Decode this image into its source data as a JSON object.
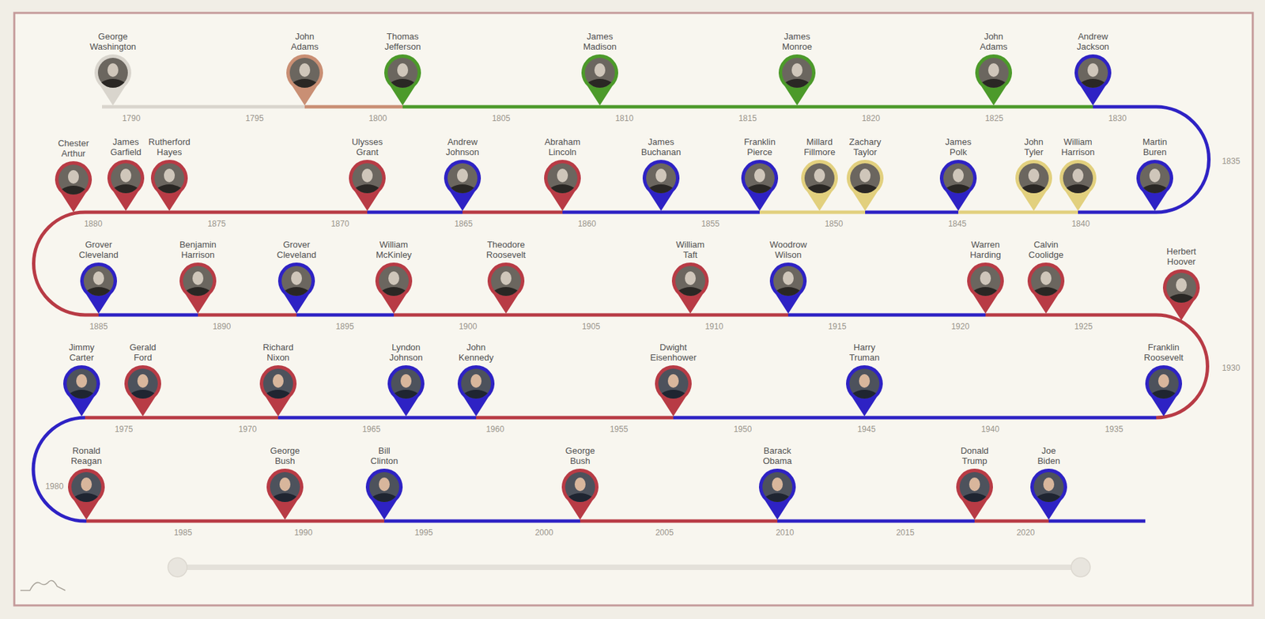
{
  "diagram": {
    "nodes": [
      {
        "text": [
          "George Washington"
        ]
      },
      {
        "text": [
          "John Adams"
        ]
      },
      {
        "text": [
          "Thomas Jefferson"
        ]
      },
      {
        "text": [
          "James Madison"
        ]
      },
      {
        "text": [
          "James Monroe"
        ]
      },
      {
        "text": [
          "John Adams"
        ]
      },
      {
        "text": [
          "Andrew Jackson"
        ]
      },
      {
        "text": [
          "Martin Buren"
        ]
      },
      {
        "text": [
          "William Harrison"
        ]
      },
      {
        "text": [
          "John Tyler"
        ]
      },
      {
        "text": [
          "James Polk"
        ]
      },
      {
        "text": [
          "Zachary Taylor"
        ]
      },
      {
        "text": [
          "Millard Fillmore"
        ]
      },
      {
        "text": [
          "Franklin Pierce"
        ]
      },
      {
        "text": [
          "James Buchanan"
        ]
      },
      {
        "text": [
          "Abraham Lincoln"
        ]
      },
      {
        "text": [
          "Andrew Johnson"
        ]
      },
      {
        "text": [
          "Ulysses Grant"
        ]
      },
      {
        "text": [
          "Rutherford Hayes"
        ]
      },
      {
        "text": [
          "James Garfield"
        ]
      },
      {
        "text": [
          "Chester Arthur"
        ]
      },
      {
        "text": [
          "Grover Cleveland"
        ]
      },
      {
        "text": [
          "Benjamin Harrison"
        ]
      },
      {
        "text": [
          "Grover Cleveland"
        ]
      },
      {
        "text": [
          "William McKinley"
        ]
      },
      {
        "text": [
          "Theodore Roosevelt"
        ]
      },
      {
        "text": [
          "William Taft"
        ]
      },
      {
        "text": [
          "Woodrow Wilson"
        ]
      },
      {
        "text": [
          "Warren Harding"
        ]
      },
      {
        "text": [
          "Calvin Coolidge"
        ]
      },
      {
        "text": [
          "Herbert Hoover"
        ]
      },
      {
        "text": [
          "Franklin Roosevelt"
        ]
      },
      {
        "text": [
          "Harry Truman"
        ]
      },
      {
        "text": [
          "Dwight Eisenhower"
        ]
      },
      {
        "text": [
          "John Kennedy"
        ]
      },
      {
        "text": [
          "Lyndon Johnson"
        ]
      },
      {
        "text": [
          "Richard Nixon"
        ]
      },
      {
        "text": [
          "Gerald Ford"
        ]
      },
      {
        "text": [
          "Jimmy Carter"
        ]
      },
      {
        "text": [
          "Ronald Reagan"
        ]
      },
      {
        "text": [
          "George Bush"
        ]
      },
      {
        "text": [
          "Bill Clinton"
        ]
      },
      {
        "text": [
          "George Bush"
        ]
      },
      {
        "text": [
          "Barack Obama"
        ]
      },
      {
        "text": [
          "Donald Trump"
        ]
      },
      {
        "text": [
          "Joe Biden"
        ]
      }
    ],
    "labels": [
      "1790",
      "1795",
      "1800",
      "1805",
      "1810",
      "1815",
      "1820",
      "1825",
      "1830",
      "1835",
      "1840",
      "1845",
      "1850",
      "1855",
      "1860",
      "1865",
      "1870",
      "1875",
      "1880",
      "1885",
      "1890",
      "1895",
      "1900",
      "1905",
      "1910",
      "1915",
      "1920",
      "1925",
      "1930",
      "1935",
      "1940",
      "1945",
      "1950",
      "1955",
      "1960",
      "1965",
      "1970",
      "1975",
      "1980",
      "1985",
      "1990",
      "1995",
      "2000",
      "2005",
      "2010",
      "2015",
      "2020"
    ]
  }
}
